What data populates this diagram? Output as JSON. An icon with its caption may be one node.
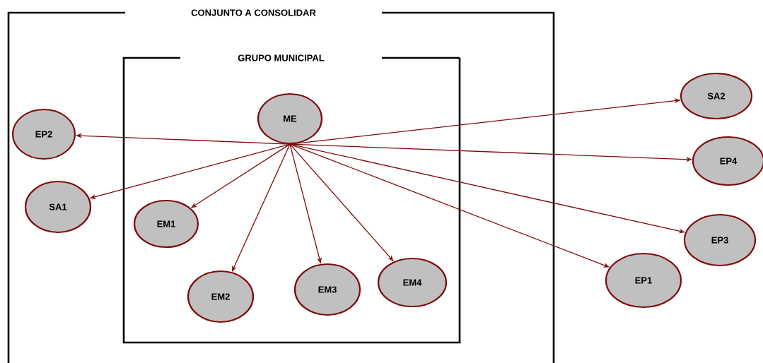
{
  "diagram": {
    "nodes": [
      {
        "text": [
          "CONJUNTO A CONSOLIDAR"
        ]
      },
      {
        "text": [
          "GRUPO MUNICIPAL"
        ],
        "in": 0
      },
      {
        "text": [
          "ME"
        ],
        "in": 1
      },
      {
        "text": [
          "EP2"
        ],
        "in": 0
      },
      {
        "text": [
          "SA1"
        ],
        "in": 0
      },
      {
        "text": [
          "EM1"
        ],
        "in": 1
      },
      {
        "text": [
          "EM2"
        ],
        "in": 1
      },
      {
        "text": [
          "EM3"
        ],
        "in": 1
      },
      {
        "text": [
          "EM4"
        ],
        "in": 1
      },
      {
        "text": [
          "SA2"
        ]
      },
      {
        "text": [
          "EP4"
        ]
      },
      {
        "text": [
          "EP3"
        ]
      },
      {
        "text": [
          "EP1"
        ]
      }
    ],
    "edges": [
      {
        "from": 2,
        "to": 3,
        "arrow": "to"
      },
      {
        "from": 2,
        "to": 4,
        "arrow": "to"
      },
      {
        "from": 2,
        "to": 5,
        "arrow": "to"
      },
      {
        "from": 2,
        "to": 6,
        "arrow": "to"
      },
      {
        "from": 2,
        "to": 7,
        "arrow": "to"
      },
      {
        "from": 2,
        "to": 8,
        "arrow": "to"
      },
      {
        "from": 2,
        "to": 9,
        "arrow": "to"
      },
      {
        "from": 2,
        "to": 10,
        "arrow": "to"
      },
      {
        "from": 2,
        "to": 11,
        "arrow": "to"
      },
      {
        "from": 2,
        "to": 12,
        "arrow": "to"
      }
    ]
  }
}
